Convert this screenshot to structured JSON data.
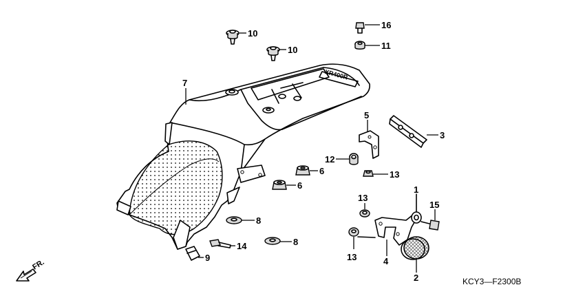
{
  "callouts": [
    {
      "id": "c10a",
      "label": "10"
    },
    {
      "id": "c10b",
      "label": "10"
    },
    {
      "id": "c16",
      "label": "16"
    },
    {
      "id": "c11",
      "label": "11"
    },
    {
      "id": "c7",
      "label": "7"
    },
    {
      "id": "c5",
      "label": "5"
    },
    {
      "id": "c3",
      "label": "3"
    },
    {
      "id": "c12",
      "label": "12"
    },
    {
      "id": "c6a",
      "label": "6"
    },
    {
      "id": "c13a",
      "label": "13"
    },
    {
      "id": "c6b",
      "label": "6"
    },
    {
      "id": "c1",
      "label": "1"
    },
    {
      "id": "c13b",
      "label": "13"
    },
    {
      "id": "c15",
      "label": "15"
    },
    {
      "id": "c8a",
      "label": "8"
    },
    {
      "id": "c14",
      "label": "14"
    },
    {
      "id": "c8b",
      "label": "8"
    },
    {
      "id": "c9",
      "label": "9"
    },
    {
      "id": "c13c",
      "label": "13"
    },
    {
      "id": "c4",
      "label": "4"
    },
    {
      "id": "c2",
      "label": "2"
    }
  ],
  "fender_logo": "XR400R",
  "front_indicator": "FR.",
  "diagram_code": "KCY3—F2300B"
}
